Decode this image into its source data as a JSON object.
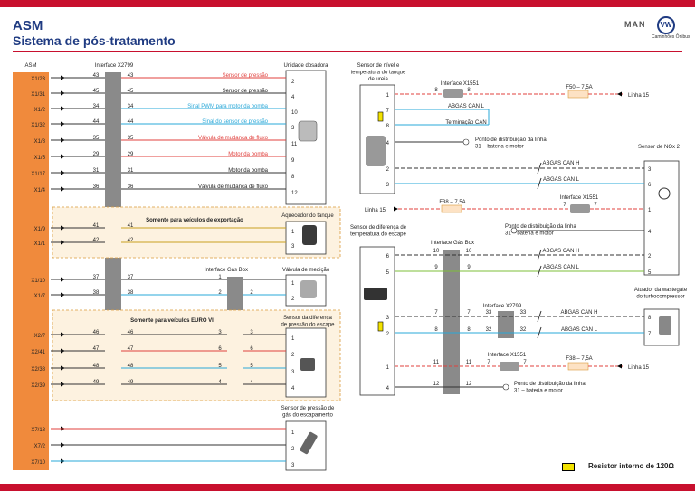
{
  "header": {
    "title": "ASM",
    "subtitle": "Sistema de pós-tratamento",
    "brand": "MAN",
    "brand_logo": "vw-logo",
    "brand_sub": "Caminhões Ônibus",
    "accent": "#c8102e"
  },
  "left": {
    "asm_label": "ASM",
    "interface_label": "Interface X2799",
    "dosing_unit_label": "Unidade dosadora",
    "pins": [
      "X1/23",
      "X1/31",
      "X1/2",
      "X1/32",
      "X1/8",
      "X1/5",
      "X1/17",
      "X1/4",
      "X1/9",
      "X1/1",
      "X1/10",
      "X1/7",
      "X2/7",
      "X2/41",
      "X2/38",
      "X2/39",
      "X7/18",
      "X7/2",
      "X7/10"
    ],
    "rows": [
      {
        "pin": "X1/23",
        "a": "43",
        "b": "43",
        "label": "Sensor de pressão",
        "end": "2",
        "color": "#e0413e"
      },
      {
        "pin": "X1/31",
        "a": "45",
        "b": "45",
        "label": "Sensor de pressão",
        "end": "4",
        "color": "#333333"
      },
      {
        "pin": "X1/2",
        "a": "34",
        "b": "34",
        "label": "Sinal PWM para motor da bomba",
        "end": "10",
        "color": "#2aa8d8"
      },
      {
        "pin": "X1/32",
        "a": "44",
        "b": "44",
        "label": "Sinal do sensor de pressão",
        "end": "3",
        "color": "#2aa8d8"
      },
      {
        "pin": "X1/8",
        "a": "35",
        "b": "35",
        "label": "Válvula de mudança de fluxo",
        "end": "11",
        "color": "#e0413e"
      },
      {
        "pin": "X1/5",
        "a": "29",
        "b": "29",
        "label": "Motor da bomba",
        "end": "9",
        "color": "#e0413e"
      },
      {
        "pin": "X1/17",
        "a": "31",
        "b": "31",
        "label": "Motor da bomba",
        "end": "8",
        "color": "#333333"
      },
      {
        "pin": "X1/4",
        "a": "36",
        "b": "36",
        "label": "Válvula de mudança de fluxo",
        "end": "12",
        "color": "#333333"
      }
    ],
    "export_box_label": "Somente para veículos de exportação",
    "tank_heater_label": "Aquecedor do tanque",
    "export_rows": [
      {
        "a": "41",
        "b": "41",
        "end": "1"
      },
      {
        "a": "42",
        "b": "42",
        "end": "3"
      }
    ],
    "gasbox_label": "Interface Gás Box",
    "metering_valve_label": "Válvula de medição",
    "valve_rows": [
      {
        "a": "37",
        "b": "37",
        "c": "1",
        "end": "1"
      },
      {
        "a": "38",
        "b": "38",
        "c": "2",
        "d": "2",
        "end": "2"
      }
    ],
    "euro_box_label": "Somente para veículos EURO VI",
    "diff_pressure_label": "Sensor da diferença de pressão do escape",
    "euro_rows": [
      {
        "a": "46",
        "b": "46",
        "c": "3",
        "d": "3",
        "end": "1"
      },
      {
        "a": "47",
        "b": "47",
        "c": "6",
        "d": "6",
        "end": "2"
      },
      {
        "a": "48",
        "b": "48",
        "c": "5",
        "d": "5",
        "end": "3"
      },
      {
        "a": "49",
        "b": "49",
        "c": "4",
        "d": "4",
        "end": "4"
      }
    ],
    "exhaust_pressure_label": "Sensor de pressão de gás do escapamento",
    "exhaust_ends": [
      "1",
      "2",
      "3"
    ]
  },
  "right": {
    "urea_sensor_label": "Sensor de nível e temperatura do tanque de ureia",
    "if_x1551": "Interface X1551",
    "line_8a": "8",
    "line_8b": "8",
    "fuse_f50": "F50 – 7,5A",
    "linha15": "Linha 15",
    "abgas_can_l": "ABGAS CAN L",
    "terminacao_can": "Terminação CAN",
    "ground_point": "Ponto de distribuição da linha 31 – bateria e motor",
    "abgas_can_h": "ABGAS CAN H",
    "nox2_label": "Sensor de NOx 2",
    "fuse_f38": "F38 – 7,5A",
    "if_x1551_b": "Interface X1551",
    "num7": "7",
    "temp_sensor_label": "Sensor de diferença de temperatura do escape",
    "if_gasbox": "Interface Gás Box",
    "num10": "10",
    "num9": "9",
    "wastegate_label": "Atuador da wastegate do turbocompressor",
    "if_x2799": "Interface X2799",
    "num33": "33",
    "num32": "32",
    "num8": "8",
    "num11": "11",
    "num12": "12",
    "pins_urea": [
      "1",
      "7",
      "8",
      "4",
      "2",
      "3"
    ],
    "pins_nox": [
      "3",
      "6",
      "1",
      "4"
    ],
    "pins_temp": [
      "6",
      "5",
      "3",
      "2",
      "1",
      "4"
    ],
    "pins_nox_lower": [
      "2",
      "5"
    ],
    "pins_wastegate": [
      "8",
      "7"
    ]
  },
  "legend": {
    "label": "Resistor interno de 120Ω"
  }
}
